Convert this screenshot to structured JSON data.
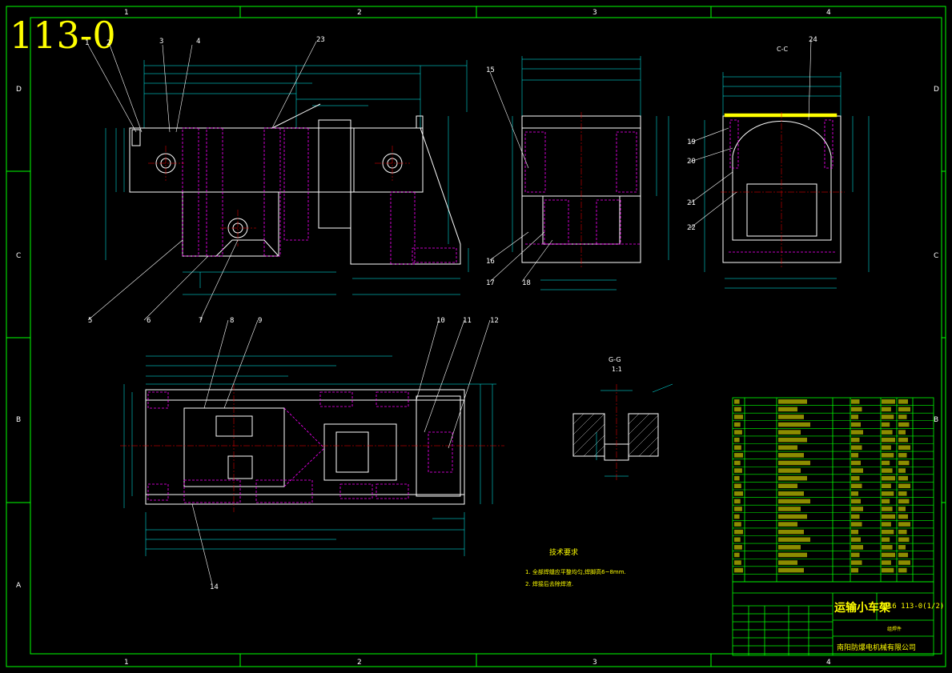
{
  "drawing": {
    "corner_title": "113-0",
    "title_block": {
      "product_name": "运输小车架",
      "drawing_no": "2016 113-0(1/2)",
      "material_note": "组焊件",
      "company": "南阳防爆电机械有限公司"
    },
    "tech_requirements": {
      "heading": "技术要求",
      "lines": [
        "1. 全部焊缝应平整均匀,焊脚高6~8mm.",
        "2. 焊接后去除焊渣."
      ]
    },
    "section_label": "G-G",
    "section_scale": "1:1",
    "section_cc": "C-C",
    "grid_columns": [
      "1",
      "2",
      "3",
      "4"
    ],
    "grid_rows": [
      "D",
      "C",
      "B",
      "A"
    ],
    "part_balloons": [
      "1",
      "2",
      "3",
      "4",
      "5",
      "6",
      "7",
      "8",
      "9",
      "10",
      "11",
      "12",
      "14",
      "15",
      "16",
      "17",
      "18",
      "19",
      "20",
      "21",
      "22",
      "23",
      "24"
    ],
    "colors": {
      "background": "#000000",
      "frame": "#00ff00",
      "outline": "#ffffff",
      "dimension": "#00ffff",
      "hidden": "#ff00ff",
      "center": "#ff0000",
      "title": "#ffff00"
    }
  }
}
